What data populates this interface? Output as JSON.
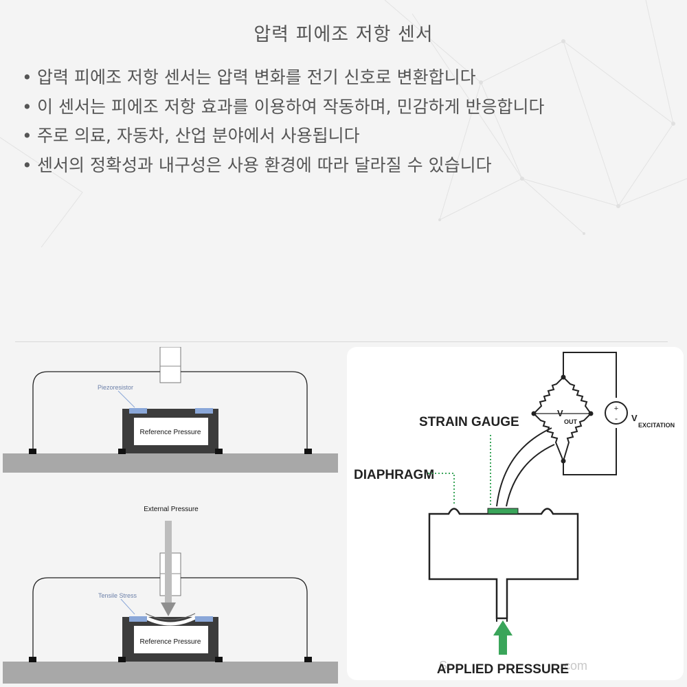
{
  "slide": {
    "title": "압력 피에조 저항 센서",
    "bullets": [
      "압력 피에조 저항 센서는 압력 변화를 전기 신호로 변환합니다",
      "이 센서는 피에조 저항 효과를 이용하여 작동하며, 민감하게 반응합니다",
      "주로 의료, 자동차, 산업 분야에서 사용됩니다",
      "센서의 정확성과 내구성은 사용 환경에 따라 달라질 수 있습니다"
    ],
    "bullet_marker": "•"
  },
  "left_diagram": {
    "top": {
      "piezoresistor_label": "Piezoresistor",
      "chamber_label": "Reference Pressure"
    },
    "bottom": {
      "external_pressure_label": "External Pressure",
      "tensile_stress_label": "Tensile Stress",
      "chamber_label": "Reference Pressure"
    }
  },
  "right_diagram": {
    "strain_gauge_label": "STRAIN GAUGE",
    "diaphragm_label": "DIAPHRAGM",
    "vout_main": "V",
    "vout_sub": "OUT",
    "vexc_main": "V",
    "vexc_sub": "EXCITATION",
    "plus": "+",
    "minus": "-",
    "applied_pressure_label": "APPLIED PRESSURE",
    "watermark_left": "S",
    "watermark_right": "com",
    "accent_color": "#3aa55a"
  }
}
